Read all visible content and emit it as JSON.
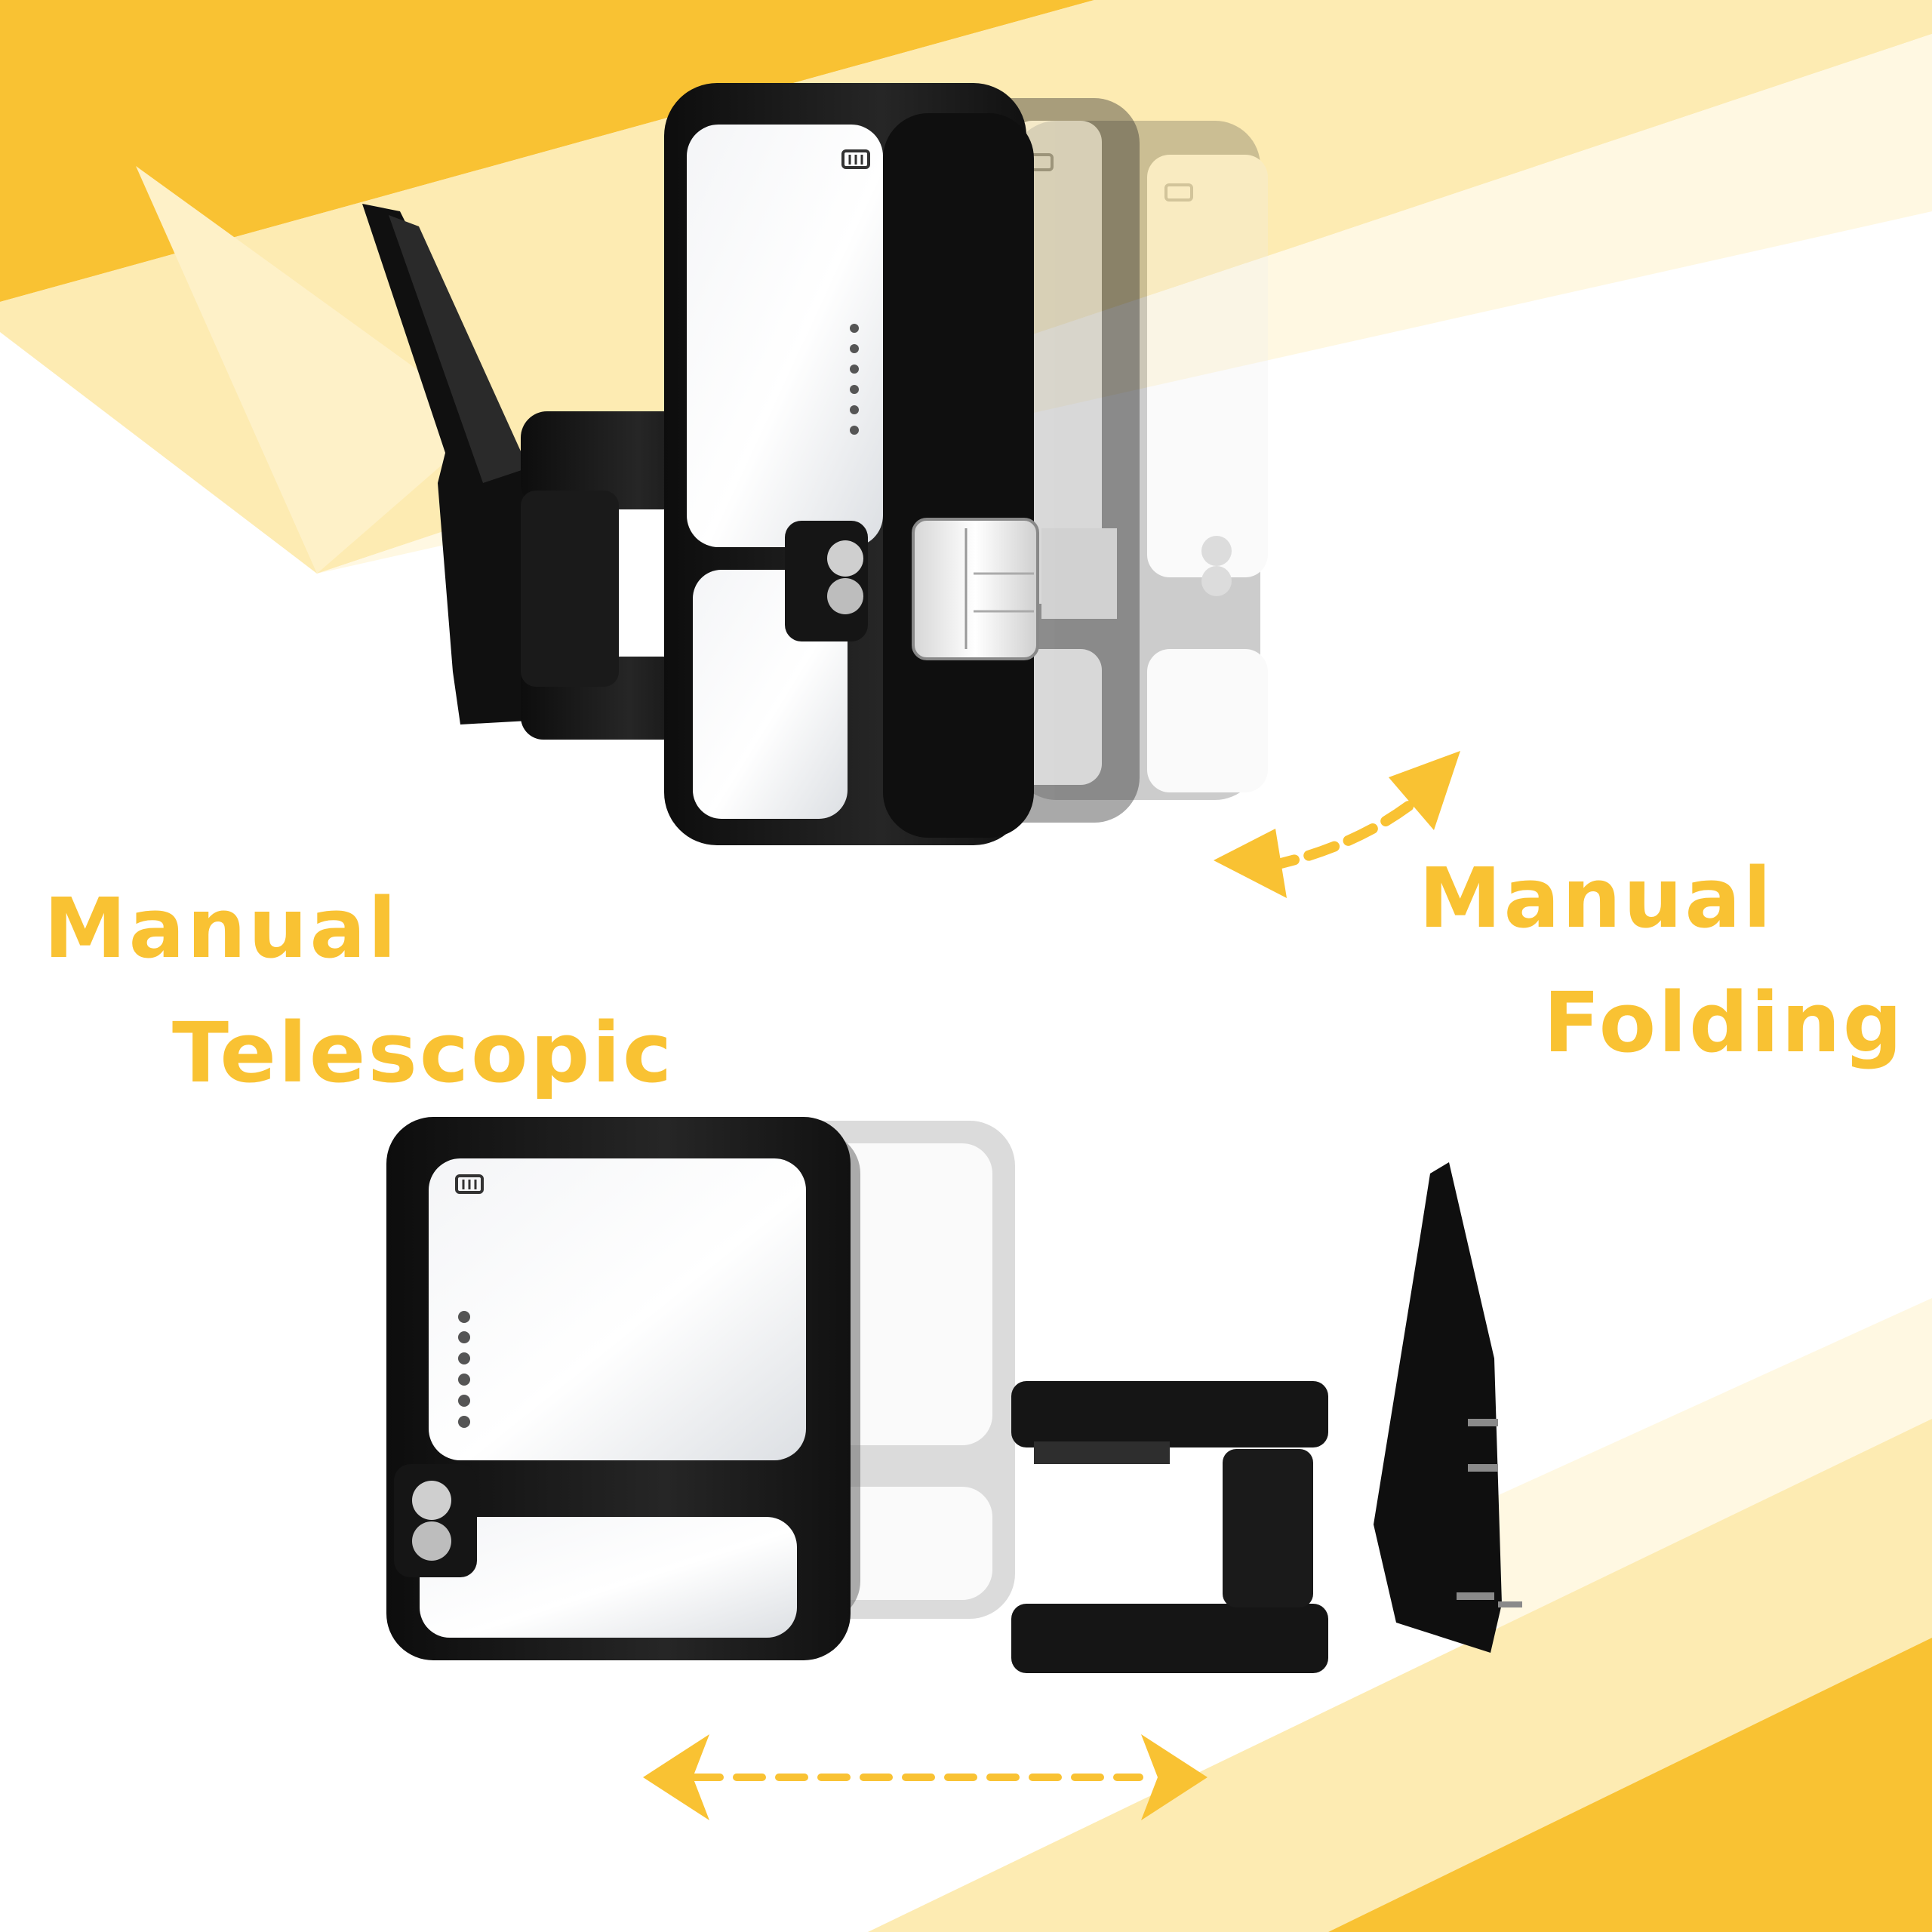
{
  "labels": {
    "telescopic": {
      "line1": "Manual",
      "line2": "Telescopic"
    },
    "folding": {
      "line1": "Manual",
      "line2": "Folding"
    }
  },
  "colors": {
    "accent_yellow": "#F9C233",
    "pale_yellow": "#FDEBB2",
    "cream": "#FFF8E2",
    "mirror_black": "#1b1b1b",
    "ghost_gray": "#bdbdbd"
  },
  "icons": {
    "defrost": "defrost-icon",
    "signal_leds": "turn-signal-led-icon",
    "puddle_light": "puddle-light-icon",
    "fold_arrow": "curved-double-arrow-icon",
    "telescope_arrow": "horizontal-double-arrow-icon"
  }
}
